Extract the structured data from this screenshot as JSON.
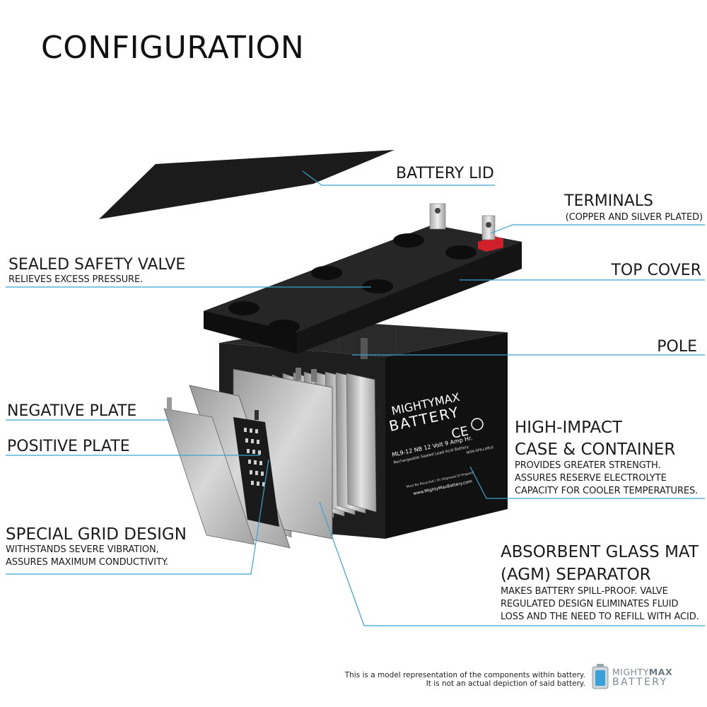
{
  "title": "CONFIGURATION",
  "labels": {
    "battery_lid": "BATTERY LID",
    "terminals": "TERMINALS",
    "terminals_sub": "(COPPER AND SILVER PLATED)",
    "sealed_valve": "SEALED SAFETY VALVE",
    "sealed_valve_sub": "RELIEVES EXCESS PRESSURE.",
    "top_cover": "TOP COVER",
    "pole": "POLE",
    "negative_plate": "NEGATIVE PLATE",
    "positive_plate": "POSITIVE PLATE",
    "case_line1": "HIGH-IMPACT",
    "case_line2": "CASE & CONTAINER",
    "case_sub1": "PROVIDES GREATER STRENGTH.",
    "case_sub2": "ASSURES RESERVE ELECTROLYTE",
    "case_sub3": "CAPACITY FOR COOLER TEMPERATURES.",
    "grid_title": "SPECIAL GRID DESIGN",
    "grid_sub1": "WITHSTANDS SEVERE VIBRATION,",
    "grid_sub2": "ASSURES MAXIMUM CONDUCTIVITY.",
    "agm_line1": "ABSORBENT GLASS MAT",
    "agm_line2": "(AGM) SEPARATOR",
    "agm_sub1": "MAKES BATTERY SPILL-PROOF. VALVE",
    "agm_sub2": "REGULATED DESIGN ELIMINATES FLUID",
    "agm_sub3": "LOSS AND THE NEED TO REFILL WITH ACID."
  },
  "battery_face": {
    "brand_1": "MIGHTYMAX",
    "brand_2": "BATTERY",
    "model": "ML9-12 NB  12 Volt 9 Amp Hr.",
    "desc": "Rechargeable Sealed Lead Acid Battery",
    "recycle": "Must Be Recycled / Or Disposed Of Properly",
    "spill": "NON-SPILLABLE",
    "url": "www.MightyMaxBattery.com",
    "ce": "CE"
  },
  "footer": {
    "line1": "This is a model representation of the components within battery.",
    "line2": "It is not an actual depiction of said battery."
  },
  "brand": {
    "part1": "MIGHTY",
    "part2": "MAX",
    "part3": "BATTERY"
  },
  "colors": {
    "leader": "#3ba3d0",
    "battery_body": "#141414",
    "terminal_red": "#d0202a",
    "plate": "#b9b9b9"
  }
}
